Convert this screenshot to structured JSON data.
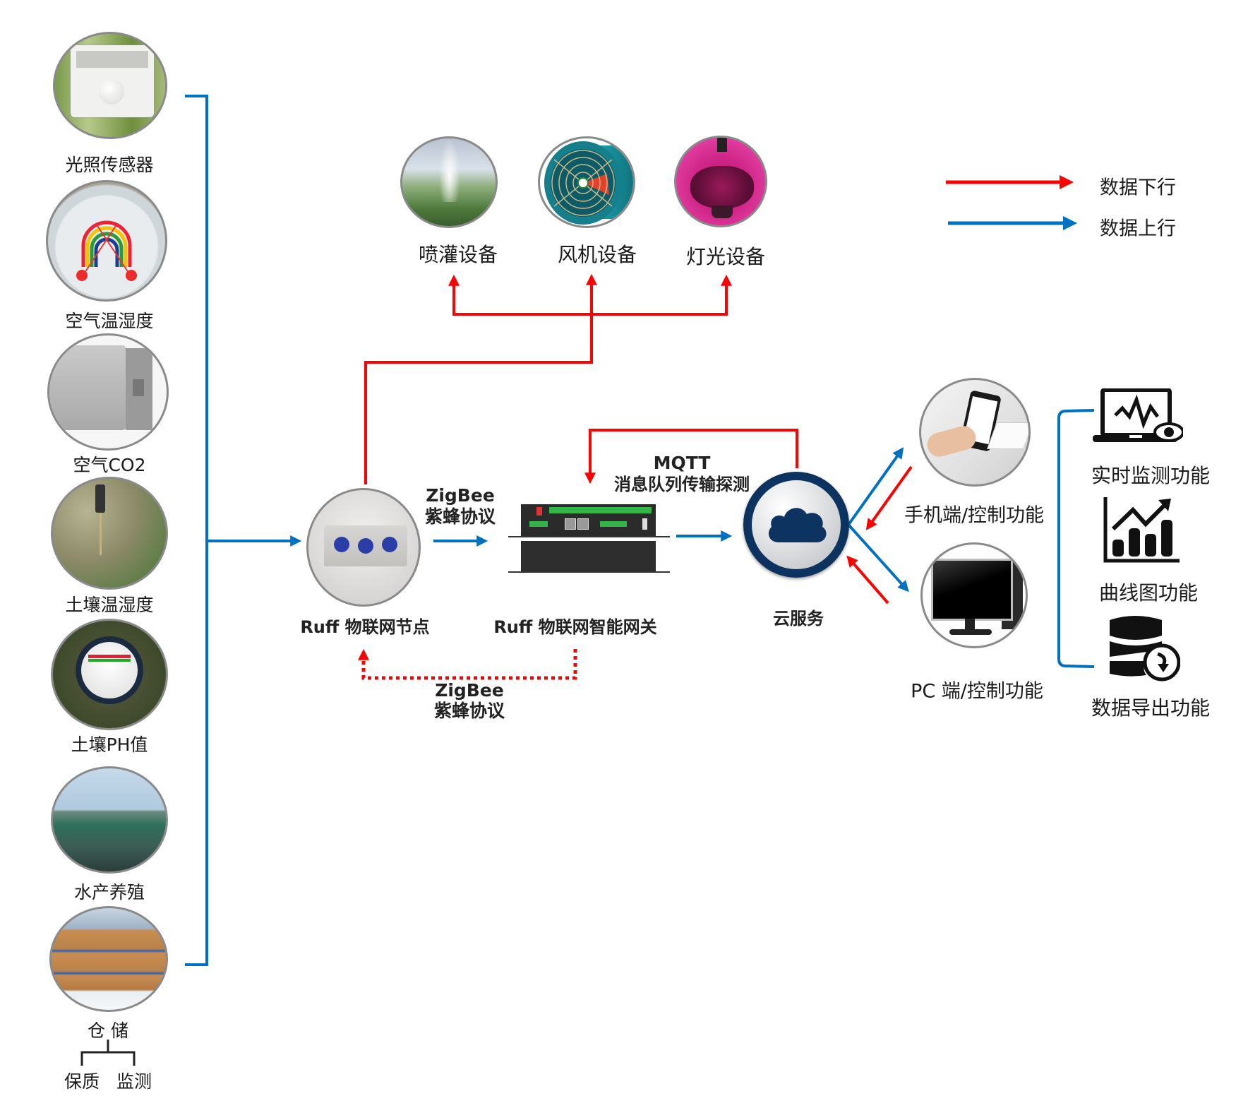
{
  "legend": {
    "downlink_label": "数据下行",
    "uplink_label": "数据上行",
    "downlink_color": "#ff0000",
    "uplink_color": "#0070c0"
  },
  "sensors": [
    {
      "label": "光照传感器",
      "icon": "light-sensor"
    },
    {
      "label": "空气温湿度",
      "icon": "hygrometer"
    },
    {
      "label": "空气CO2",
      "icon": "co2-sensor"
    },
    {
      "label": "土壤温湿度",
      "icon": "soil-probe"
    },
    {
      "label": "土壤PH值",
      "icon": "ph-meter"
    },
    {
      "label": "水产养殖",
      "icon": "aquaculture"
    },
    {
      "label": "仓 储",
      "icon": "warehouse"
    }
  ],
  "warehouse_sub": [
    "保质",
    "监测"
  ],
  "actuators": [
    {
      "label": "喷灌设备",
      "icon": "sprinkler"
    },
    {
      "label": "风机设备",
      "icon": "fan"
    },
    {
      "label": "灯光设备",
      "icon": "grow-light"
    }
  ],
  "node": {
    "label": "Ruff 物联网节点"
  },
  "gateway": {
    "label": "Ruff 物联网智能网关"
  },
  "cloud": {
    "label": "云服务"
  },
  "zigbee_top": {
    "line1": "ZigBee",
    "line2": "紫蜂协议"
  },
  "zigbee_bottom": {
    "line1": "ZigBee",
    "line2": "紫蜂协议"
  },
  "mqtt": {
    "line1": "MQTT",
    "line2": "消息队列传输探测"
  },
  "clients": [
    {
      "label": "手机端/控制功能",
      "icon": "smartphone"
    },
    {
      "label": "PC 端/控制功能",
      "icon": "desktop-pc"
    }
  ],
  "functions": [
    {
      "label": "实时监测功能",
      "icon": "monitor-eye"
    },
    {
      "label": "曲线图功能",
      "icon": "bar-chart-trend"
    },
    {
      "label": "数据导出功能",
      "icon": "database-export"
    }
  ]
}
